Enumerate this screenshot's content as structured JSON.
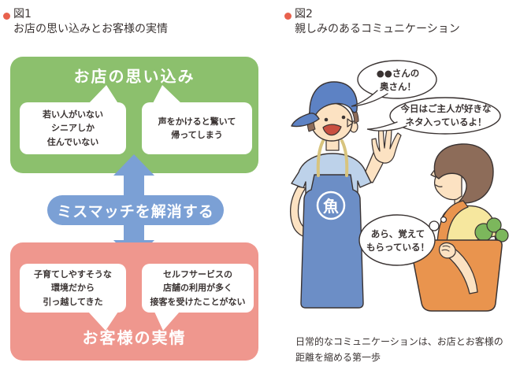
{
  "colors": {
    "green": "#8cc06d",
    "pink": "#ef978e",
    "blue": "#7ba0d5",
    "bullet": "#e8614d",
    "ink": "#3a3332",
    "cap_blue": "#5d82c4",
    "shirt_blue": "#bdd2ea",
    "apron_blue": "#6c8ec6",
    "skin": "#fce2c2",
    "hair_brown": "#8d6c59",
    "shirt_yellow": "#f6e79e",
    "bag_orange": "#e9944e",
    "broccoli_green": "#7cb75c",
    "strap_tan": "#d8c47e",
    "mouth_red": "#c94f40"
  },
  "figure1": {
    "label": "図1",
    "title": "お店の思い込みとお客様の実情",
    "top_box": {
      "title": "お店の思い込み",
      "bubble_left": {
        "line1": "若い人がいない",
        "line2": "シニアしか",
        "line3": "住んでいない"
      },
      "bubble_right": {
        "line1": "声をかけると驚いて",
        "line2": "帰ってしまう"
      }
    },
    "middle_label": "ミスマッチを解消する",
    "bottom_box": {
      "title": "お客様の実情",
      "bubble_left": {
        "line1": "子育てしやすそうな",
        "line2": "環境だから",
        "line3": "引っ越してきた"
      },
      "bubble_right": {
        "line1": "セルフサービスの",
        "line2": "店舗の利用が多く",
        "line3": "接客を受けたことがない"
      }
    }
  },
  "figure2": {
    "label": "図2",
    "title": "親しみのあるコミュニケーション",
    "speech1": {
      "line1": "●●さんの",
      "line2": "奥さん！"
    },
    "speech2": {
      "line1": "今日はご主人が好きな",
      "line2": "ネタ入っているよ！"
    },
    "thought": {
      "line1": "あら、覚えて",
      "line2": "もらっている！"
    },
    "apron_emblem": "魚",
    "caption": {
      "line1": "日常的なコミュニケーションは、お店とお客様の",
      "line2": "距離を縮める第一歩"
    }
  }
}
